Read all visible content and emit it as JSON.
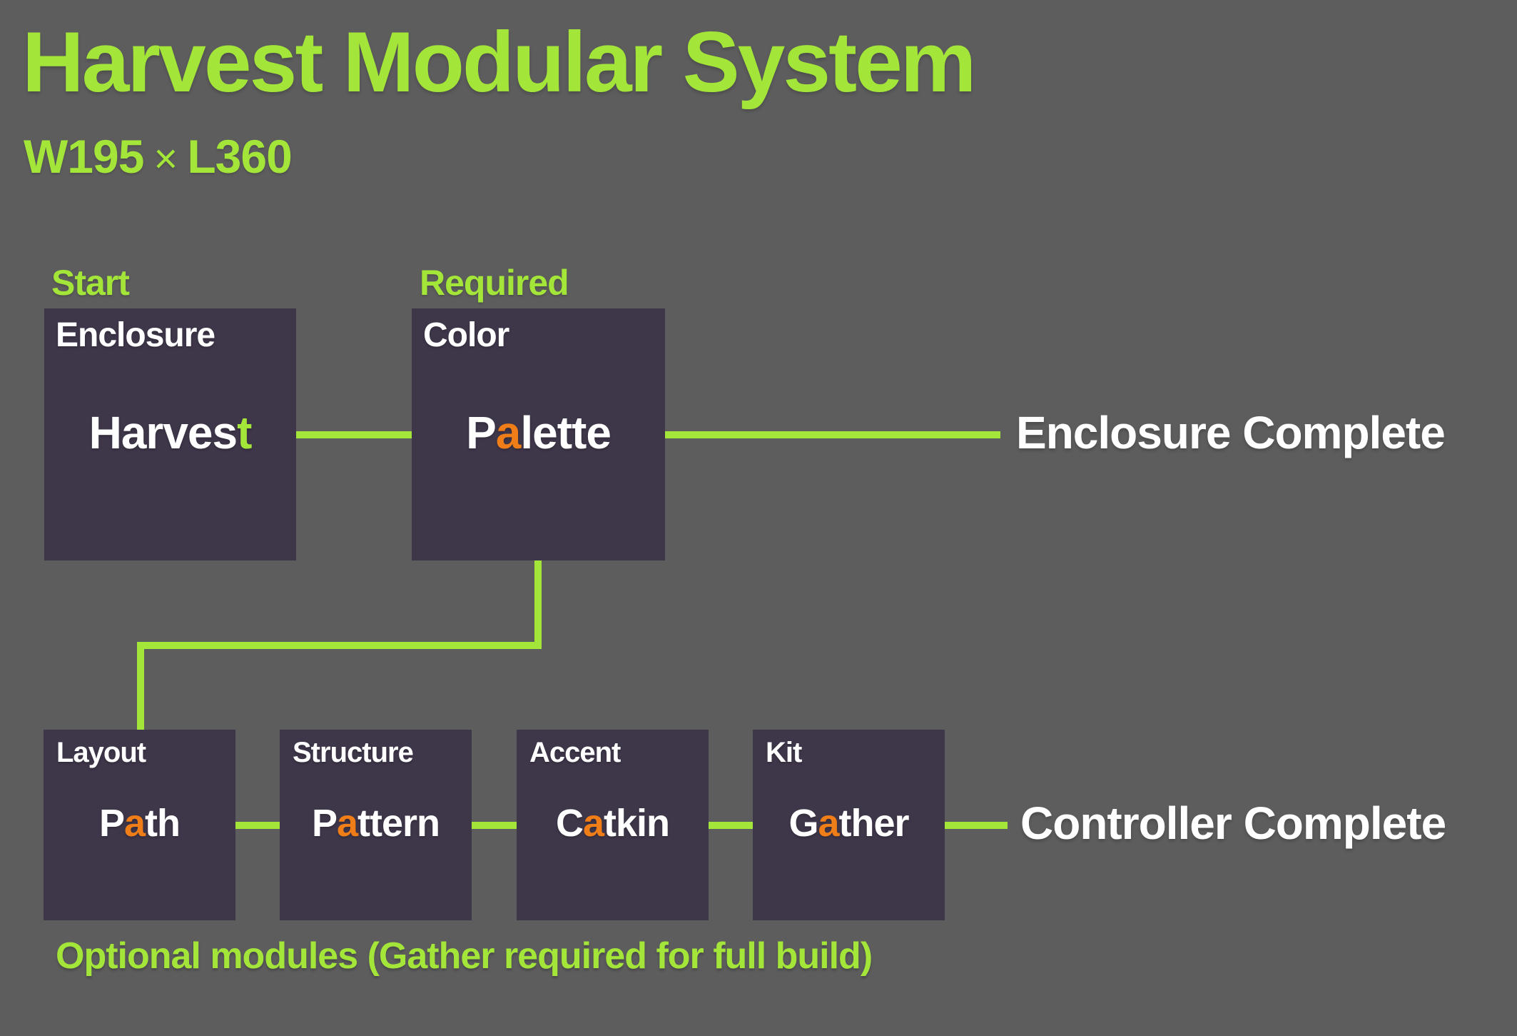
{
  "colors": {
    "background": "#5d5d5d",
    "module_box": "#3e3649",
    "accent_green": "#a3e539",
    "accent_orange": "#ef7d18",
    "text_white": "#ffffff"
  },
  "header": {
    "title": "Harvest Modular System",
    "subtitle": {
      "width": "W195",
      "times": "×",
      "length": "L360"
    }
  },
  "top_row": {
    "start_label": "Start",
    "required_label": "Required",
    "boxes": [
      {
        "header": "Enclosure",
        "word": {
          "pre": "Harves",
          "accent": "t",
          "post": "",
          "accent_color": "green"
        }
      },
      {
        "header": "Color",
        "word": {
          "pre": "P",
          "accent": "a",
          "post": "lette",
          "accent_color": "orange"
        }
      }
    ],
    "result_label": "Enclosure Complete"
  },
  "bottom_row": {
    "boxes": [
      {
        "header": "Layout",
        "word": {
          "pre": "P",
          "accent": "a",
          "post": "th",
          "accent_color": "orange"
        }
      },
      {
        "header": "Structure",
        "word": {
          "pre": "P",
          "accent": "a",
          "post": "ttern",
          "accent_color": "orange"
        }
      },
      {
        "header": "Accent",
        "word": {
          "pre": "C",
          "accent": "a",
          "post": "tkin",
          "accent_color": "orange"
        }
      },
      {
        "header": "Kit",
        "word": {
          "pre": "G",
          "accent": "a",
          "post": "ther",
          "accent_color": "orange"
        }
      }
    ],
    "result_label": "Controller Complete"
  },
  "footnote": "Optional modules (Gather required for full build)"
}
